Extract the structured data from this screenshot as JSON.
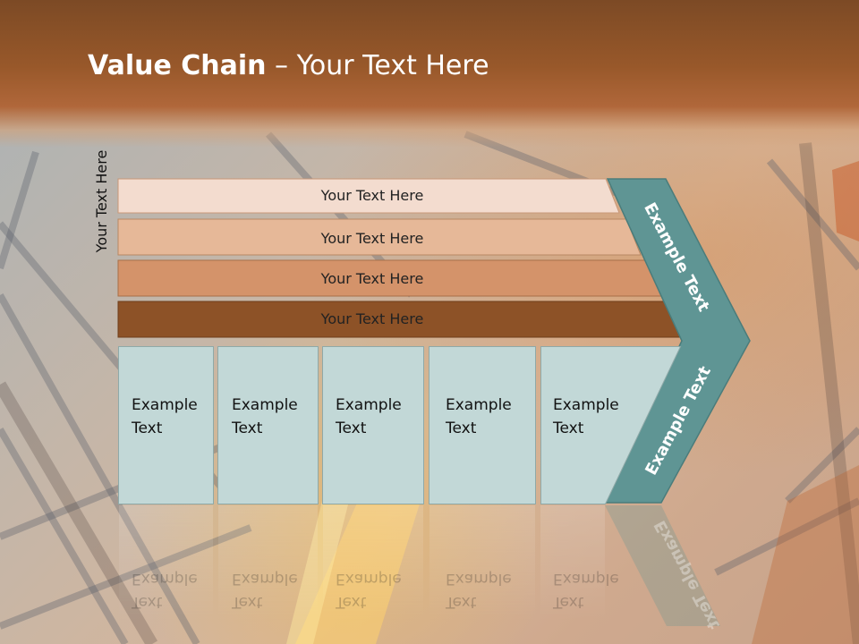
{
  "slide": {
    "title_bold": "Value Chain",
    "title_rest": " – Your Text Here",
    "vertical_label": "Your Text Here"
  },
  "bars": [
    {
      "label": "Your Text Here",
      "color": "#f3dccf"
    },
    {
      "label": "Your Text Here",
      "color": "#e6b898"
    },
    {
      "label": "Your Text Here",
      "color": "#d4936a"
    },
    {
      "label": "Your Text Here",
      "color": "#8d5227"
    }
  ],
  "cells": [
    {
      "line1": "Example",
      "line2": "Text"
    },
    {
      "line1": "Example",
      "line2": "Text"
    },
    {
      "line1": "Example",
      "line2": "Text"
    },
    {
      "line1": "Example",
      "line2": "Text"
    },
    {
      "line1": "Example",
      "line2": "Text"
    }
  ],
  "chevron": {
    "upper_label": "Example Text",
    "lower_label": "Example Text",
    "color": "#5f9594"
  },
  "colors": {
    "cell_fill": "#c2d8d7",
    "header_brown": "#98582a"
  }
}
